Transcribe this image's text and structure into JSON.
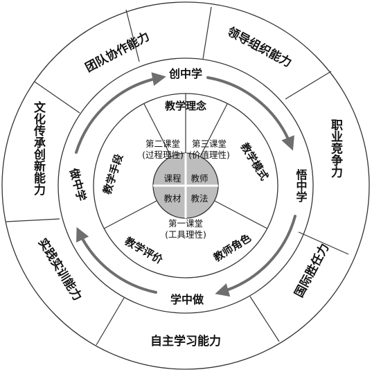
{
  "outer_ring": {
    "team": "团队协作能力",
    "leadership": "领导组织能力",
    "vocation": "职业竞争力",
    "intl": "国际胜任力",
    "selflearn": "自主学习能力",
    "practice": "实践实训能力",
    "culture": "文化传承创新能力"
  },
  "learning_loop": {
    "create": "创中学",
    "realize": "悟中学",
    "learndo": "学中做",
    "doing": "做中学"
  },
  "teaching_ring": {
    "concept": "教学理念",
    "mode": "教学模式",
    "role": "教师角色",
    "evaluation": "教学评价",
    "means": "教学手段"
  },
  "classrooms": {
    "second_title": "第二课堂",
    "second_sub": "(过程理性)",
    "third_title": "第三课堂",
    "third_sub": "(价值理性)",
    "first_title": "第一课堂",
    "first_sub": "(工具理性)"
  },
  "core": {
    "course": "课程",
    "teacher": "教师",
    "material": "教材",
    "method": "教法"
  },
  "colors": {
    "line": "#333333",
    "core_fill": "#bdbdbd",
    "arrow": "#6e6e6e"
  }
}
